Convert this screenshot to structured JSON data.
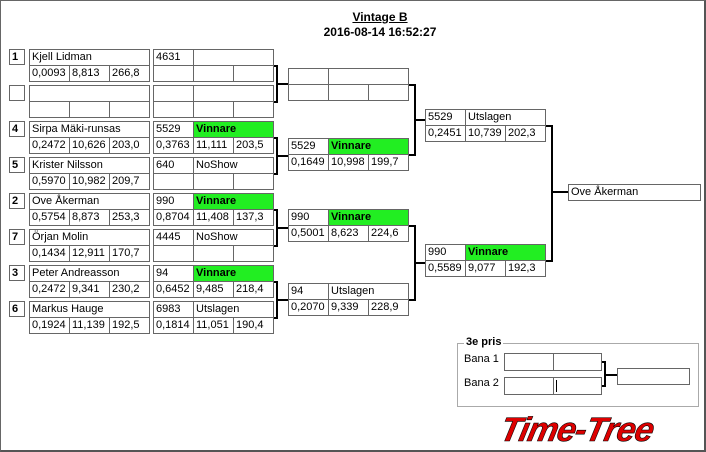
{
  "header": {
    "title": "Vintage B",
    "datetime": "2016-08-14 16:52:27"
  },
  "round1": [
    {
      "seed": "1",
      "name": "Kjell Lidman",
      "rt": "0,0093",
      "et": "8,813",
      "speed": "266,8",
      "bet": "4631",
      "status": "",
      "r_rt": "",
      "r_et": "",
      "r_speed": "",
      "winner": false
    },
    {
      "seed": "",
      "name": "",
      "rt": "",
      "et": "",
      "speed": "",
      "bet": "",
      "status": "",
      "r_rt": "",
      "r_et": "",
      "r_speed": "",
      "winner": false
    },
    {
      "seed": "4",
      "name": "Sirpa Mäki-runsas",
      "rt": "0,2472",
      "et": "10,626",
      "speed": "203,0",
      "bet": "5529",
      "status": "Vinnare",
      "r_rt": "0,3763",
      "r_et": "11,111",
      "r_speed": "203,5",
      "winner": true
    },
    {
      "seed": "5",
      "name": "Krister Nilsson",
      "rt": "0,5970",
      "et": "10,982",
      "speed": "209,7",
      "bet": "640",
      "status": "NoShow",
      "r_rt": "",
      "r_et": "",
      "r_speed": "",
      "winner": false
    },
    {
      "seed": "2",
      "name": "Ove Åkerman",
      "rt": "0,5754",
      "et": "8,873",
      "speed": "253,3",
      "bet": "990",
      "status": "Vinnare",
      "r_rt": "0,8704",
      "r_et": "11,408",
      "r_speed": "137,3",
      "winner": true
    },
    {
      "seed": "7",
      "name": "Örjan Molin",
      "rt": "0,1434",
      "et": "12,911",
      "speed": "170,7",
      "bet": "4445",
      "status": "NoShow",
      "r_rt": "",
      "r_et": "",
      "r_speed": "",
      "winner": false
    },
    {
      "seed": "3",
      "name": "Peter Andreasson",
      "rt": "0,2472",
      "et": "9,341",
      "speed": "230,2",
      "bet": "94",
      "status": "Vinnare",
      "r_rt": "0,6452",
      "r_et": "9,485",
      "r_speed": "218,4",
      "winner": true
    },
    {
      "seed": "6",
      "name": "Markus Hauge",
      "rt": "0,1924",
      "et": "11,139",
      "speed": "192,5",
      "bet": "6983",
      "status": "Utslagen",
      "r_rt": "0,1814",
      "r_et": "11,051",
      "r_speed": "190,4",
      "winner": false
    }
  ],
  "round2": [
    {
      "bet": "",
      "status": "",
      "rt": "",
      "et": "",
      "speed": "",
      "winner": false
    },
    {
      "bet": "5529",
      "status": "Vinnare",
      "rt": "0,1649",
      "et": "10,998",
      "speed": "199,7",
      "winner": true
    },
    {
      "bet": "990",
      "status": "Vinnare",
      "rt": "0,5001",
      "et": "8,623",
      "speed": "224,6",
      "winner": true
    },
    {
      "bet": "94",
      "status": "Utslagen",
      "rt": "0,2070",
      "et": "9,339",
      "speed": "228,9",
      "winner": false
    }
  ],
  "round3": [
    {
      "bet": "5529",
      "status": "Utslagen",
      "rt": "0,2451",
      "et": "10,739",
      "speed": "202,3",
      "winner": false
    },
    {
      "bet": "990",
      "status": "Vinnare",
      "rt": "0,5589",
      "et": "9,077",
      "speed": "192,3",
      "winner": true
    }
  ],
  "final": {
    "winner_name": "Ove Åkerman"
  },
  "third_prize": {
    "title": "3e pris",
    "lane1_label": "Bana 1",
    "lane2_label": "Bana 2"
  },
  "logo": {
    "text": "Time-Tree",
    "color": "#dd0000"
  },
  "colors": {
    "winner_bg": "#22ee22"
  }
}
